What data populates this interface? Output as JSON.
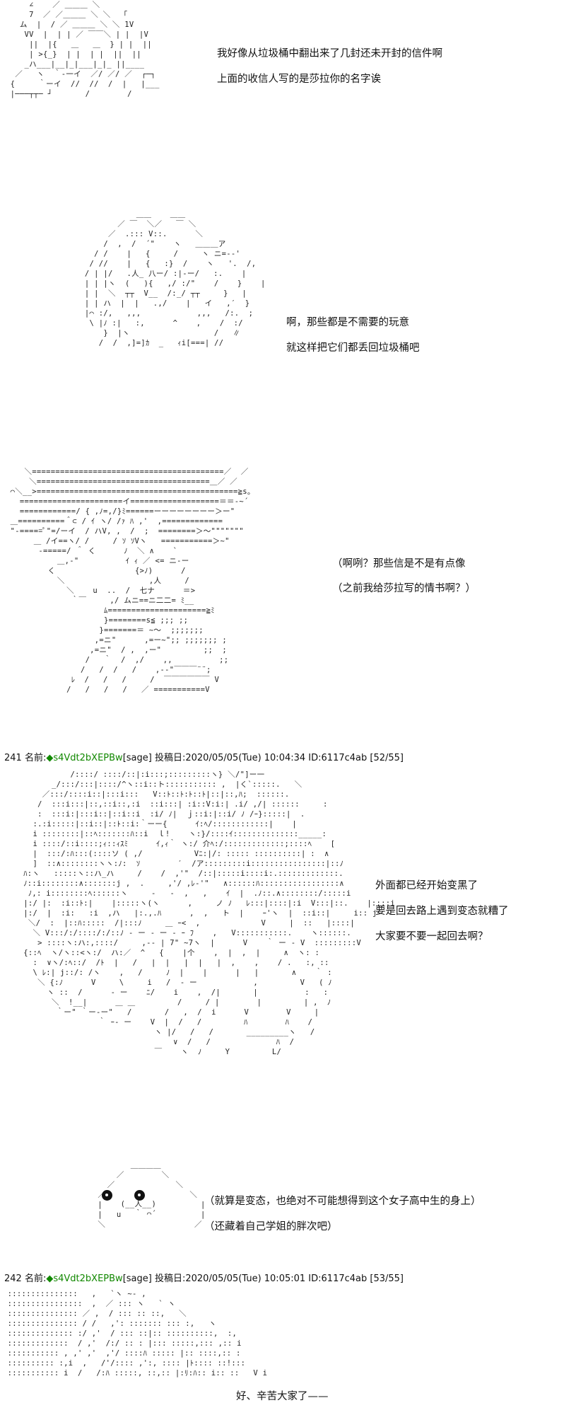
{
  "panel1": {
    "lines": [
      "我好像从垃圾桶中翻出来了几封还未开封的信件啊",
      "上面的收信人写的是莎拉你的名字诶"
    ]
  },
  "panel2": {
    "lines": [
      "啊，那些都是不需要的玩意",
      "就这样把它们都丢回垃圾桶吧"
    ]
  },
  "panel3": {
    "lines": [
      "（啊咧？那些信是不是有点像",
      "（之前我给莎拉写的情书啊？）"
    ]
  },
  "post241": {
    "number": "241",
    "name_label": "名前:",
    "trip": "◆s4Vdt2bXEPBw",
    "mail": "[sage]",
    "date_label": "投稿日:",
    "datetime": "2020/05/05(Tue) 10:04:34",
    "id": "ID:6117c4ab",
    "count": "[52/55]"
  },
  "panel4": {
    "lines": [
      "外面都已经开始变黑了",
      "要是回去路上遇到变态就糟了",
      "大家要不要一起回去啊？"
    ]
  },
  "panel5": {
    "lines": [
      "（就算是变态，也绝对不可能想得到这个女子高中生的身上）",
      "（还藏着自己学姐的胖次吧）"
    ]
  },
  "post242": {
    "number": "242",
    "name_label": "名前:",
    "trip": "◆s4Vdt2bXEPBw",
    "mail": "[sage]",
    "date_label": "投稿日:",
    "datetime": "2020/05/05(Tue) 10:05:01",
    "id": "ID:6117c4ab",
    "count": "[53/55]"
  },
  "panel6": {
    "lines": [
      "好、辛苦大家了——"
    ]
  },
  "colors": {
    "trip": "#118800",
    "text": "#111111",
    "background": "#ffffff"
  }
}
